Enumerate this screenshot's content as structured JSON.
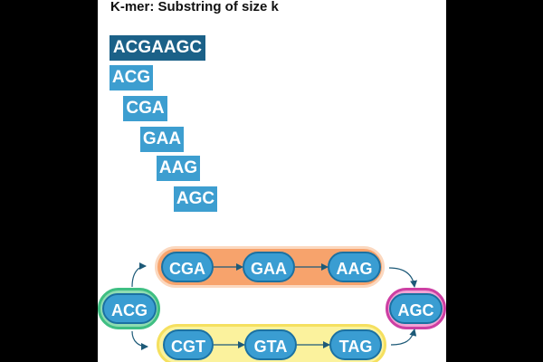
{
  "title": "K-mer: Substring of size k",
  "sequence": "ACGAAGC",
  "kmers": [
    "ACG",
    "CGA",
    "GAA",
    "AAG",
    "AGC"
  ],
  "graph": {
    "start": "ACG",
    "end": "AGC",
    "upper_path": [
      "CGA",
      "GAA",
      "AAG"
    ],
    "lower_path": [
      "CGT",
      "GTA",
      "TAG"
    ]
  },
  "colors": {
    "sequence_box": "#1b6188",
    "kmer_box": "#3d9ed0",
    "node": "#3a9dd2",
    "upper_track": "#f7a36c",
    "lower_track": "#fbf29d",
    "start_track": "#8fdcb2",
    "end_track": "#f2a3d4"
  }
}
